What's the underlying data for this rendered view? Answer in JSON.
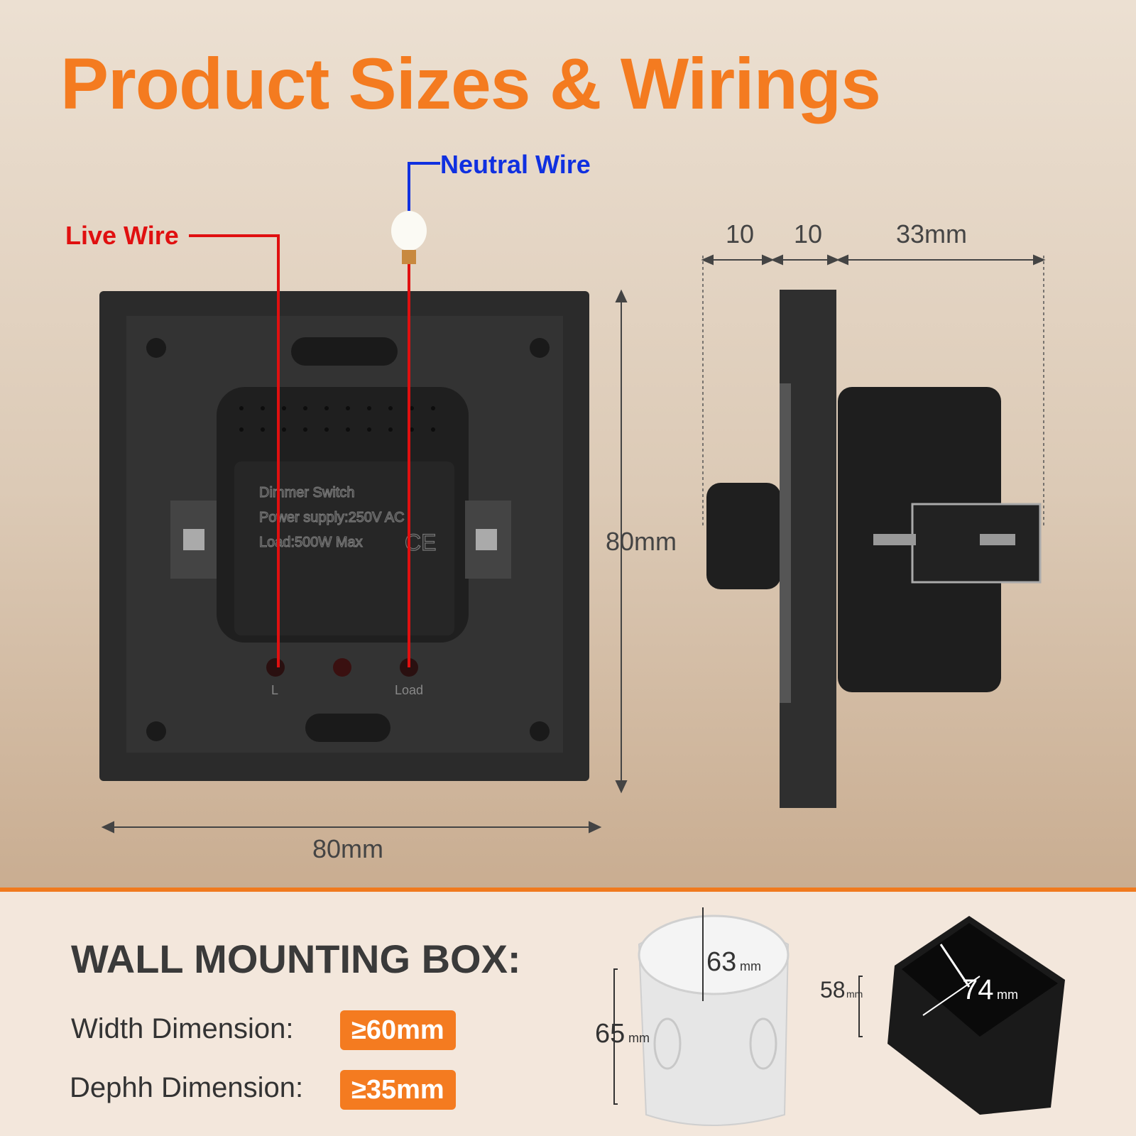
{
  "title": "Product Sizes & Wirings",
  "wiring": {
    "live": "Live Wire",
    "neutral": "Neutral Wire",
    "terminal_l": "L",
    "terminal_load": "Load",
    "live_color": "#e01010",
    "neutral_color": "#1030e0"
  },
  "label_plate": {
    "line1": "Dimmer Switch",
    "line2": "Power supply:250V AC",
    "line3": "Load:500W Max",
    "mark": "CE"
  },
  "dimensions": {
    "front_width": "80mm",
    "front_height": "80mm",
    "side_1": "10",
    "side_2": "10",
    "side_3": "33mm"
  },
  "wall_box": {
    "heading": "WALL MOUNTING BOX:",
    "width_label": "Width Dimension:",
    "width_value": "≥60mm",
    "depth_label": "Dephh Dimension:",
    "depth_value": "≥35mm",
    "round_box": {
      "diameter": "63",
      "height": "65",
      "unit": "mm"
    },
    "square_box": {
      "width": "74",
      "depth": "58",
      "unit": "mm"
    }
  },
  "colors": {
    "accent": "#f47b20",
    "text": "#333333"
  }
}
